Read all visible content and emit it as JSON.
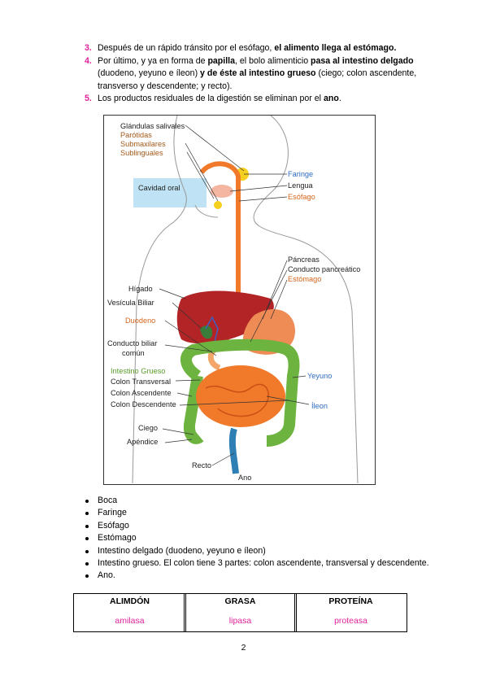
{
  "steps": [
    {
      "num": "3.",
      "segments": [
        {
          "text": "Después de un rápido tránsito por el esófago, ",
          "bold": false
        },
        {
          "text": "el alimento llega al estómago.",
          "bold": true
        }
      ]
    },
    {
      "num": "4.",
      "segments": [
        {
          "text": "Por último, y ya en forma de ",
          "bold": false
        },
        {
          "text": "papilla",
          "bold": true
        },
        {
          "text": ", el bolo alimenticio ",
          "bold": false
        },
        {
          "text": "pasa al intestino delgado",
          "bold": true
        },
        {
          "text": " (duodeno, yeyuno e íleon) ",
          "bold": false
        },
        {
          "text": "y de éste al intestino grueso",
          "bold": true
        },
        {
          "text": " (ciego; colon ascendente, transverso y descendente; y recto).",
          "bold": false
        }
      ]
    },
    {
      "num": "5.",
      "segments": [
        {
          "text": "Los productos residuales de la digestión se eliminan por el ",
          "bold": false
        },
        {
          "text": "ano",
          "bold": true
        },
        {
          "text": ".",
          "bold": false
        }
      ]
    }
  ],
  "diagram": {
    "labels": {
      "glandulas": "Glándulas salivales",
      "parotidas": "Parótidas",
      "submaxilares": "Submaxilares",
      "sublinguales": "Sublinguales",
      "cavidad": "Cavidad oral",
      "faringe": "Faringe",
      "lengua": "Lengua",
      "esofago": "Esófago",
      "pancreas": "Páncreas",
      "conducto_pancreatico": "Conducto pancreático",
      "estomago": "Estómago",
      "higado": "Hígado",
      "vesicula": "Vesícula Biliar",
      "duodeno": "Duodeno",
      "conducto_biliar_1": "Conducto biliar",
      "conducto_biliar_2": "común",
      "intestino_grueso": "Intestino Grueso",
      "colon_transversal": "Colon Transversal",
      "colon_ascendente": "Colon Ascendente",
      "colon_descendente": "Colon Descendente",
      "yeyuno": "Yeyuno",
      "ileon": "Íleon",
      "ciego": "Ciego",
      "apendice": "Apéndice",
      "recto": "Recto",
      "ano": "Ano"
    },
    "colors": {
      "esophagus": "#f07a2a",
      "liver": "#b32427",
      "stomach": "#ef8b55",
      "large_intestine": "#6db33f",
      "small_intestine": "#f07a2a",
      "rectum": "#2d7fb4",
      "cavity_box": "#bfe3f4"
    }
  },
  "bullets": [
    "Boca",
    "Faringe",
    "Esófago",
    "Estómago",
    "Intestino delgado (duodeno, yeyuno e íleon)",
    "Intestino grueso. El colon tiene 3 partes: colon ascendente, transversal y descendente.",
    "Ano."
  ],
  "enzymes": [
    {
      "header": "ALIMDÓN",
      "value": "amilasa"
    },
    {
      "header": "GRASA",
      "value": "lipasa"
    },
    {
      "header": "PROTEÍNA",
      "value": "proteasa"
    }
  ],
  "page_number": "2"
}
